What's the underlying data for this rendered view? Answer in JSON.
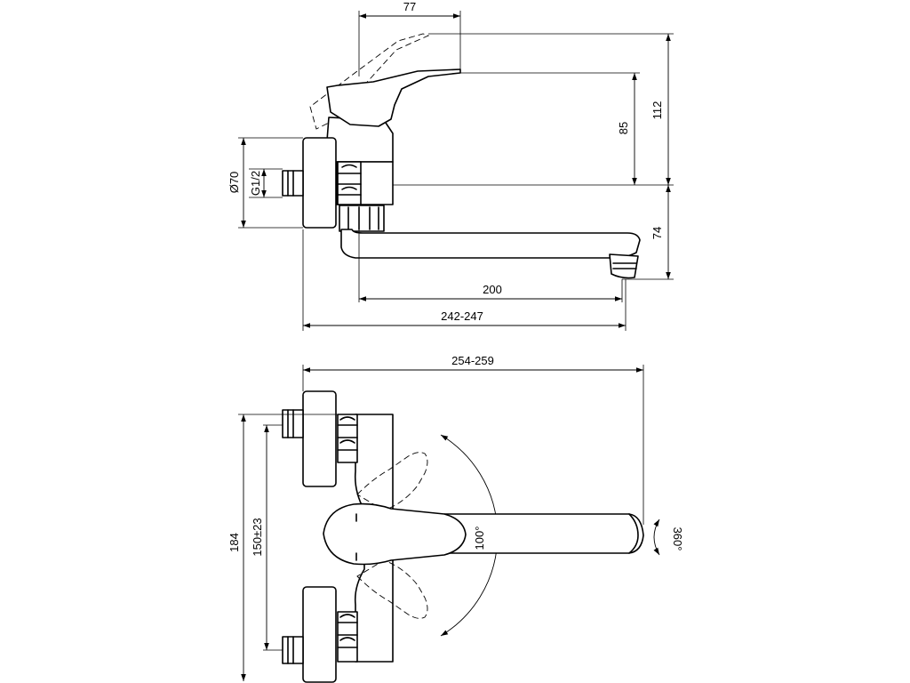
{
  "side_view": {
    "dim_handle_offset": "77",
    "dim_total_height": "112",
    "dim_handle_height": "85",
    "dim_spout_height": "74",
    "dim_spout_reach": "200",
    "dim_overall_reach": "242-247",
    "dim_flange_diameter": "Ø70",
    "dim_thread": "G1/2"
  },
  "top_view": {
    "dim_overall_reach": "254-259",
    "dim_overall_width": "184",
    "dim_center_distance": "150±23",
    "dim_handle_angle": "100°",
    "dim_spout_rotation": "360°"
  }
}
